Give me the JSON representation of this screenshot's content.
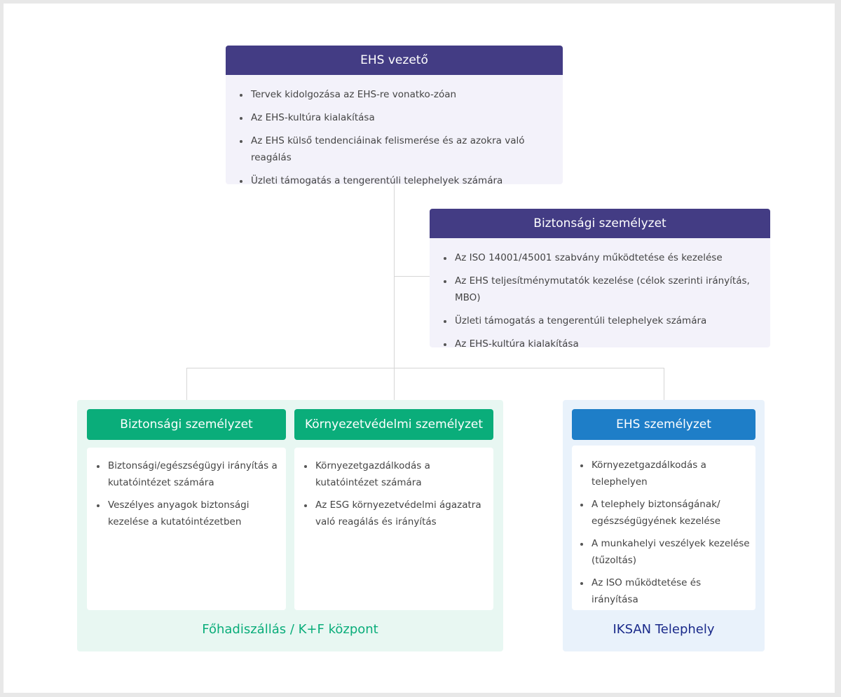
{
  "leader": {
    "title": "EHS vezető",
    "items": [
      "Tervek kidolgozása az EHS-re vonatko-zóan",
      "Az EHS-kultúra kialakítása",
      "Az EHS külső tendenciáinak felismerése és az azokra való reagálás",
      "Üzleti támogatás a tengerentúli telephelyek számára"
    ]
  },
  "safety_staff": {
    "title": "Biztonsági személyzet",
    "items": [
      "Az ISO 14001/45001 szabvány működtetése és kezelése",
      "Az EHS teljesítménymutatók kezelése (célok szerinti irányítás, MBO)",
      "Üzleti támogatás a tengerentúli telephelyek számára",
      "Az EHS-kultúra kialakítása"
    ]
  },
  "hq": {
    "label": "Főhadiszállás / K+F központ",
    "safety": {
      "title": "Biztonsági személyzet",
      "items": [
        "Biztonsági/egészségügyi irányítás a kutatóintézet számára",
        "Veszélyes anyagok biztonsági kezelése a kutatóintézetben"
      ]
    },
    "env": {
      "title": "Környezetvédelmi személyzet",
      "items": [
        "Környezetgazdálkodás a kutatóintézet számára",
        "Az ESG környezetvédelmi ágazatra való reagálás és irányítás"
      ]
    }
  },
  "iksan": {
    "label": "IKSAN Telephely",
    "ehs": {
      "title": "EHS személyzet",
      "items": [
        "Környezetgazdálkodás a telephelyen",
        "A telephely biztonságának/ egészségügyének kezelése",
        "A munkahelyi veszélyek kezelése (tűzoltás)",
        "Az ISO működtetése és irányítása"
      ]
    }
  },
  "colors": {
    "header_purple": "#433c84",
    "header_green": "#0aad7a",
    "header_blue": "#1e7ec8",
    "label_green": "#0aad7a",
    "label_navy": "#1a2a8a"
  }
}
